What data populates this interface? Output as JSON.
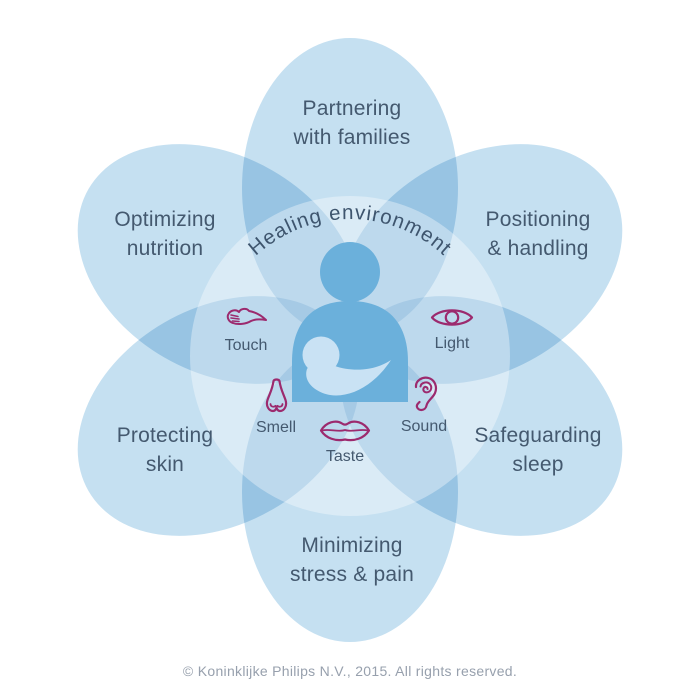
{
  "center": {
    "title": "Healing environment",
    "figure": "caregiver-holding-baby"
  },
  "petals": [
    {
      "name": "partnering-with-families",
      "line1": "Partnering",
      "line2": "with families"
    },
    {
      "name": "positioning-handling",
      "line1": "Positioning",
      "line2": "& handling"
    },
    {
      "name": "safeguarding-sleep",
      "line1": "Safeguarding",
      "line2": "sleep"
    },
    {
      "name": "minimizing-stress-pain",
      "line1": "Minimizing",
      "line2": "stress & pain"
    },
    {
      "name": "protecting-skin",
      "line1": "Protecting",
      "line2": "skin"
    },
    {
      "name": "optimizing-nutrition",
      "line1": "Optimizing",
      "line2": "nutrition"
    }
  ],
  "senses": [
    {
      "name": "touch",
      "label": "Touch",
      "icon": "hand-icon"
    },
    {
      "name": "light",
      "label": "Light",
      "icon": "eye-icon"
    },
    {
      "name": "smell",
      "label": "Smell",
      "icon": "nose-icon"
    },
    {
      "name": "taste",
      "label": "Taste",
      "icon": "lips-icon"
    },
    {
      "name": "sound",
      "label": "Sound",
      "icon": "ear-icon"
    }
  ],
  "footer": {
    "copyright": "© Koninklijke Philips N.V., 2015. All rights reserved."
  },
  "colors": {
    "petal": "#C5E0F1",
    "petal_overlap": "#98C4E1",
    "person": "#6BB0DB",
    "baby": "#C9E2F4",
    "magenta": "#9C2A6E",
    "label_text": "#44596F",
    "footer_text": "#97A0AD"
  }
}
